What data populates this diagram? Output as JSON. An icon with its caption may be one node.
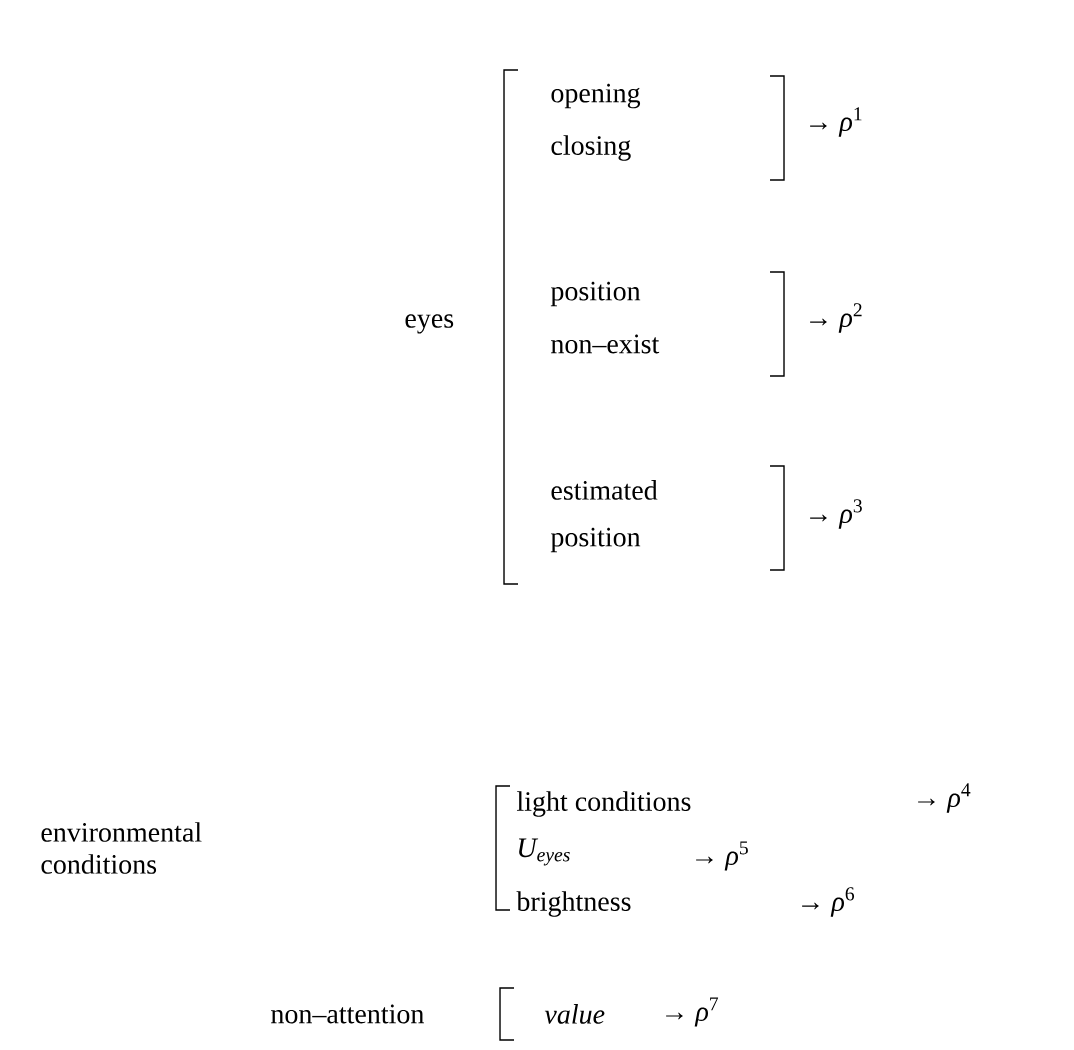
{
  "diagram": {
    "labels": [
      "eyes",
      "opening",
      "closing",
      "→ *ρ*$^{1}$",
      "position",
      "non–exist",
      "→ *ρ*$^{2}$",
      "estimated",
      "position",
      "→ *ρ*$^{3}$",
      "environmental conditions",
      "light conditions",
      "→ *ρ*$^{4}$",
      "U$_{eyes}$",
      "→ *ρ*$^{5}$",
      "brightness",
      "→ *ρ*$^{6}$",
      "non–attention",
      "value",
      "→ *ρ*$^{7}$"
    ]
  }
}
